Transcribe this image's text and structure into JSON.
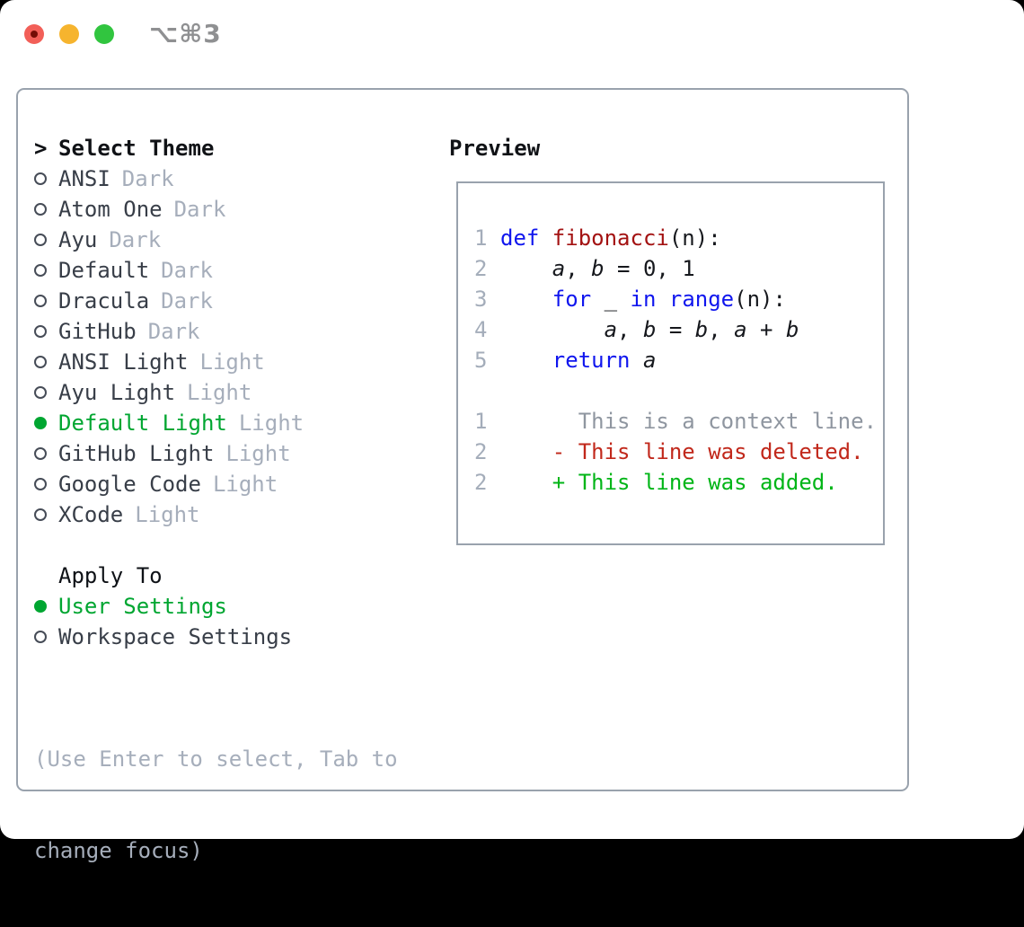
{
  "window": {
    "shortcut_label": "⌥⌘3",
    "buttons": {
      "close": "close",
      "minimize": "minimize",
      "zoom": "zoom"
    }
  },
  "colors": {
    "accent_green": "#00a631",
    "added_green": "#00b517",
    "deleted_red": "#c1281b",
    "keyword_blue": "#1016ee",
    "function_red": "#a31212",
    "muted_gray": "#a6aebb",
    "border_gray": "#99a2ad"
  },
  "theme_panel": {
    "header": {
      "chevron": ">",
      "label": "Select Theme"
    },
    "items": [
      {
        "name": "ANSI",
        "variant": "Dark",
        "selected": false
      },
      {
        "name": "Atom One",
        "variant": "Dark",
        "selected": false
      },
      {
        "name": "Ayu",
        "variant": "Dark",
        "selected": false
      },
      {
        "name": "Default",
        "variant": "Dark",
        "selected": false
      },
      {
        "name": "Dracula",
        "variant": "Dark",
        "selected": false
      },
      {
        "name": "GitHub",
        "variant": "Dark",
        "selected": false
      },
      {
        "name": "ANSI Light",
        "variant": "Light",
        "selected": false
      },
      {
        "name": "Ayu Light",
        "variant": "Light",
        "selected": false
      },
      {
        "name": "Default Light",
        "variant": "Light",
        "selected": true
      },
      {
        "name": "GitHub Light",
        "variant": "Light",
        "selected": false
      },
      {
        "name": "Google Code",
        "variant": "Light",
        "selected": false
      },
      {
        "name": "XCode",
        "variant": "Light",
        "selected": false
      }
    ],
    "apply_to": {
      "label": "Apply To",
      "options": [
        {
          "name": "User Settings",
          "selected": true
        },
        {
          "name": "Workspace Settings",
          "selected": false
        }
      ]
    },
    "help": {
      "line1": "(Use Enter to select, Tab to",
      "line2": "change focus)"
    }
  },
  "preview": {
    "header": "Preview",
    "code_lines": [
      {
        "num": "1",
        "segments": [
          {
            "t": "def "
          },
          {
            "t": "fibonacci"
          },
          {
            "t": "(n):"
          }
        ]
      },
      {
        "num": "2",
        "segments": [
          {
            "t": "    "
          },
          {
            "t": "a"
          },
          {
            "t": ", "
          },
          {
            "t": "b"
          },
          {
            "t": " = 0, 1"
          }
        ]
      },
      {
        "num": "3",
        "segments": [
          {
            "t": "    "
          },
          {
            "t": "for"
          },
          {
            "t": " _ "
          },
          {
            "t": "in"
          },
          {
            "t": " "
          },
          {
            "t": "range"
          },
          {
            "t": "(n):"
          }
        ]
      },
      {
        "num": "4",
        "segments": [
          {
            "t": "        "
          },
          {
            "t": "a"
          },
          {
            "t": ", "
          },
          {
            "t": "b"
          },
          {
            "t": " = "
          },
          {
            "t": "b"
          },
          {
            "t": ", "
          },
          {
            "t": "a"
          },
          {
            "t": " + "
          },
          {
            "t": "b"
          }
        ]
      },
      {
        "num": "5",
        "segments": [
          {
            "t": "    "
          },
          {
            "t": "return"
          },
          {
            "t": " "
          },
          {
            "t": "a"
          }
        ]
      },
      {
        "num": "",
        "segments": [
          {
            "t": ""
          }
        ]
      },
      {
        "num": "1",
        "segments": [
          {
            "t": "      This is a context line."
          }
        ]
      },
      {
        "num": "2",
        "segments": [
          {
            "t": "    - This line was deleted."
          }
        ]
      },
      {
        "num": "2",
        "segments": [
          {
            "t": "    + This line was added."
          }
        ]
      }
    ]
  }
}
